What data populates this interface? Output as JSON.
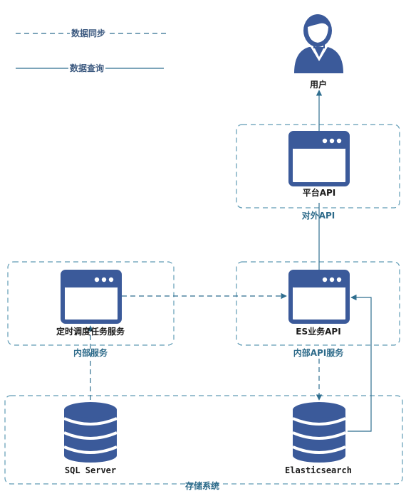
{
  "legend": {
    "sync_label": "数据同步",
    "query_label": "数据查询"
  },
  "nodes": {
    "user": "用户",
    "platform_api": "平台API",
    "scheduler_service": "定时调度任务服务",
    "es_business_api": "ES业务API",
    "sql_server": "SQL Server",
    "elasticsearch": "Elasticsearch"
  },
  "groups": {
    "external_api": "对外API",
    "internal_service": "内部服务",
    "internal_api_service": "内部API服务",
    "storage_system": "存储系统"
  },
  "colors": {
    "icon_fill": "#3b5a9a",
    "line": "#2f6e8f",
    "group_border": "#5f9bb5"
  }
}
